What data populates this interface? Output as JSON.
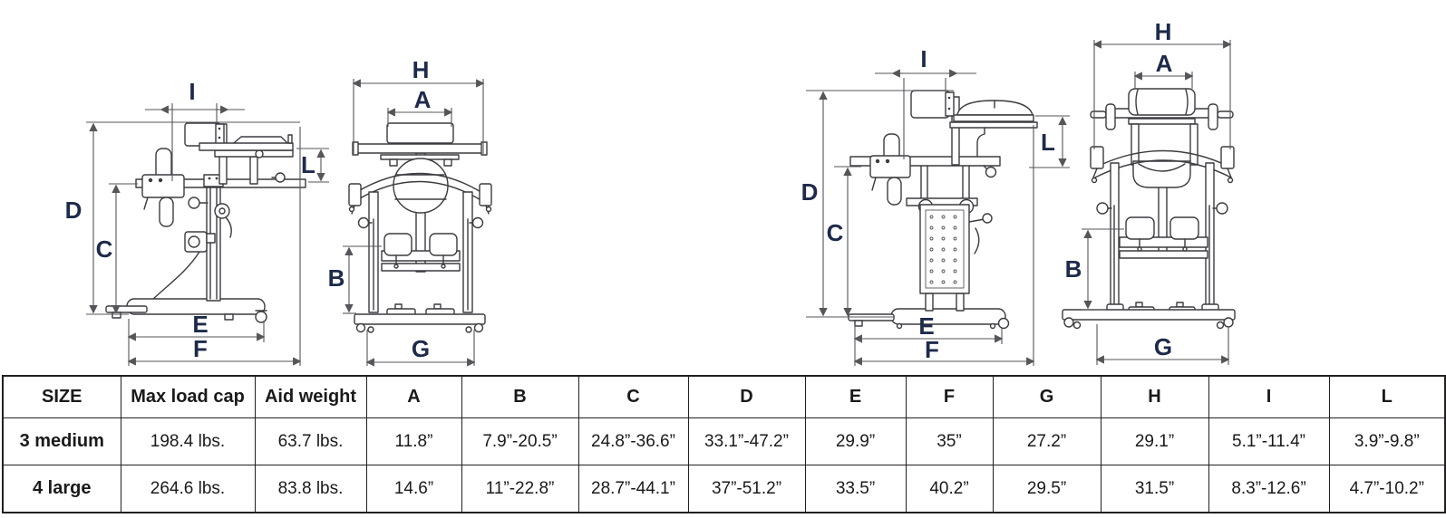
{
  "diagrams": {
    "side_medium": {
      "dims": {
        "I": "I",
        "D": "D",
        "C": "C",
        "L": "L",
        "E": "E",
        "F": "F"
      }
    },
    "front_medium": {
      "dims": {
        "H": "H",
        "A": "A",
        "B": "B",
        "G": "G"
      }
    },
    "side_large": {
      "dims": {
        "I": "I",
        "D": "D",
        "C": "C",
        "L": "L",
        "E": "E",
        "F": "F"
      }
    },
    "front_large": {
      "dims": {
        "H": "H",
        "A": "A",
        "B": "B",
        "G": "G"
      }
    }
  },
  "table": {
    "columns": [
      "SIZE",
      "Max load cap",
      "Aid weight",
      "A",
      "B",
      "C",
      "D",
      "E",
      "F",
      "G",
      "H",
      "I",
      "L"
    ],
    "rows": [
      {
        "cells": [
          "3 medium",
          "198.4 lbs.",
          "63.7 lbs.",
          "11.8”",
          "7.9”-20.5”",
          "24.8”-36.6”",
          "33.1”-47.2”",
          "29.9”",
          "35”",
          "27.2”",
          "29.1”",
          "5.1”-11.4”",
          "3.9”-9.8”"
        ]
      },
      {
        "cells": [
          "4 large",
          "264.6 lbs.",
          "83.8 lbs.",
          "14.6”",
          "11”-22.8”",
          "28.7”-44.1”",
          "37”-51.2”",
          "33.5”",
          "40.2”",
          "29.5”",
          "31.5”",
          "8.3”-12.6”",
          "4.7”-10.2”"
        ]
      }
    ]
  },
  "colors": {
    "label": "#1d2a4a",
    "line": "#3b3b40",
    "dim_line": "#55555a",
    "table_border": "#231f20"
  }
}
